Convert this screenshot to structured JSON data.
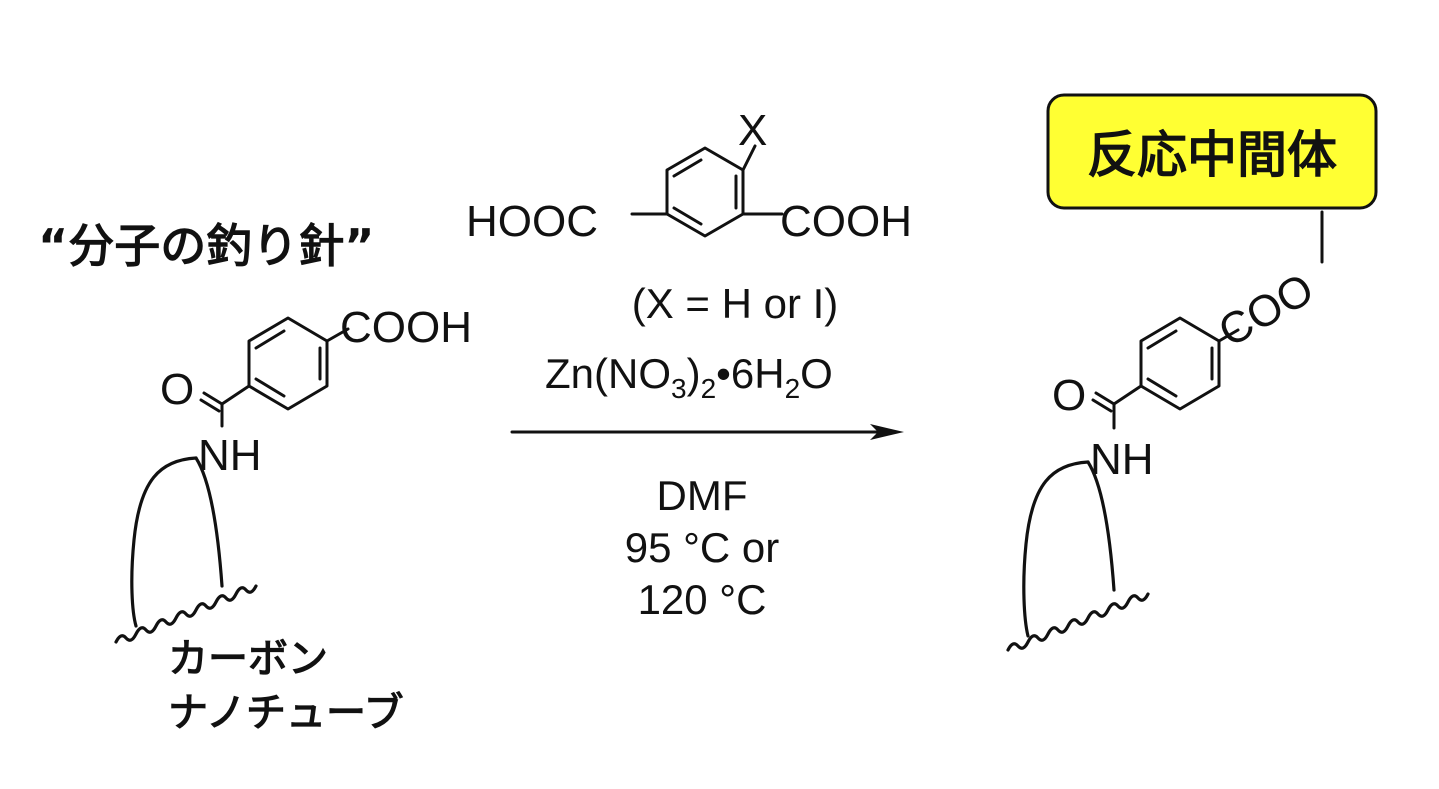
{
  "title": "“分子の釣り針”",
  "left_molecule": {
    "acid_group": "COOH",
    "carbonyl_o": "O",
    "amide_nh": "NH",
    "tube_label_line1": "カーボン",
    "tube_label_line2": "ナノチューブ"
  },
  "reagent": {
    "substituent": "X",
    "left_acid": "HOOC",
    "right_acid": "COOH",
    "x_note": "(X = H or I)",
    "zinc_a": "Zn(NO",
    "zinc_sub3": "3",
    "zinc_b": ")",
    "zinc_sub2": "2",
    "zinc_c": "•6H",
    "zinc_subh": "2",
    "zinc_d": "O"
  },
  "conditions": {
    "solvent": "DMF",
    "temp_line1": "95 °C or",
    "temp_line2": "120 °C"
  },
  "right_molecule": {
    "carboxylate": "COO",
    "carbonyl_o": "O",
    "amide_nh": "NH"
  },
  "intermediate_box": {
    "label": "反応中間体",
    "fill_color": "#ffff33"
  }
}
